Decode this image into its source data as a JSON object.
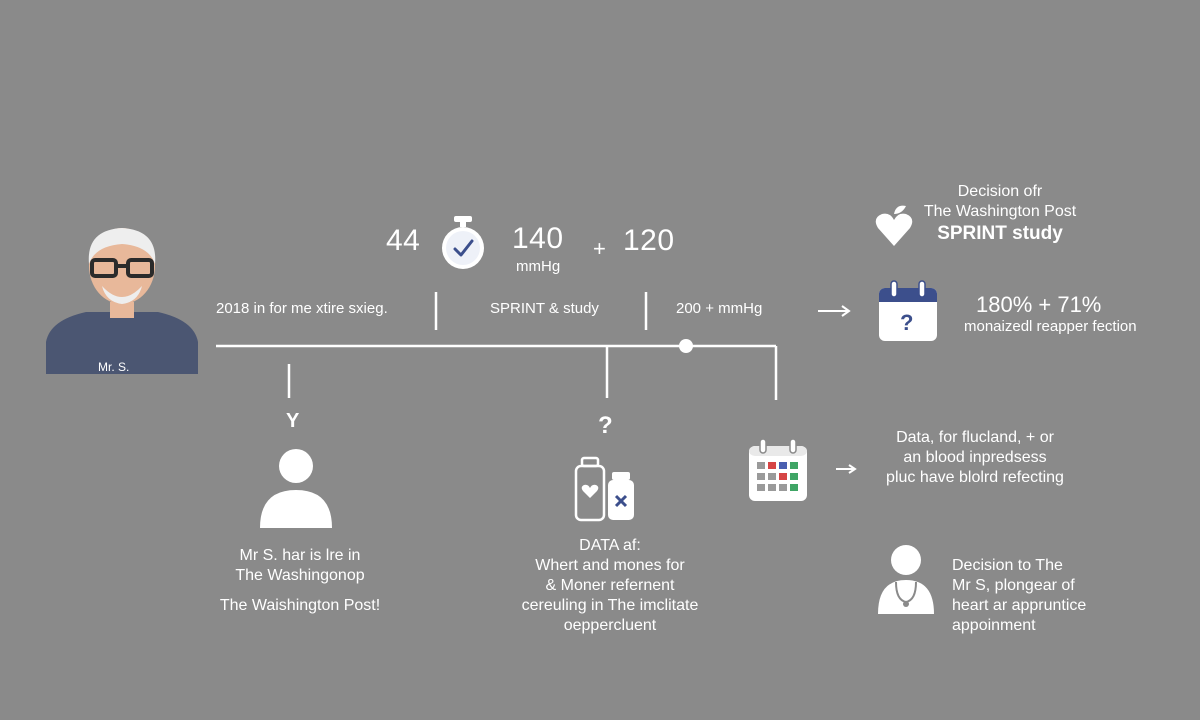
{
  "patient": {
    "name_label": "Mr. S.",
    "note": [
      "Mr S. har is lre in",
      "The Washingonop",
      "The Waishington Post!"
    ]
  },
  "timeline": {
    "stat_age": "44",
    "stat_bp_start": "140",
    "stat_bp_unit": "mmHg",
    "stat_plus": "+",
    "stat_bp_target": "120",
    "seg_left": "2018 in for me xtire sxieg.",
    "seg_mid": "SPRINT & study",
    "seg_right": "200 + mmHg",
    "q_left": "Y",
    "q_mid": "?"
  },
  "data_block": {
    "lines": [
      "DATA af:",
      "Whert and mones for",
      "& Moner refernent",
      "cereuling in The imclitate",
      "oeppercluent"
    ]
  },
  "decision_top": {
    "lines": [
      "Decision ofr",
      "The Washington Post",
      "SPRINT study"
    ]
  },
  "stats_right": {
    "value": "180% + 71%",
    "caption": "monaizedl reapper fection",
    "calendar_mark": "?"
  },
  "data_right": {
    "lines": [
      "Data, for flucland, + or",
      "an blood inpredsess",
      "pluc have blolrd refecting"
    ]
  },
  "decision_bottom": {
    "lines": [
      "Decision to The",
      "Mr S, plongear of",
      "heart ar appruntice",
      "appoinment"
    ]
  }
}
